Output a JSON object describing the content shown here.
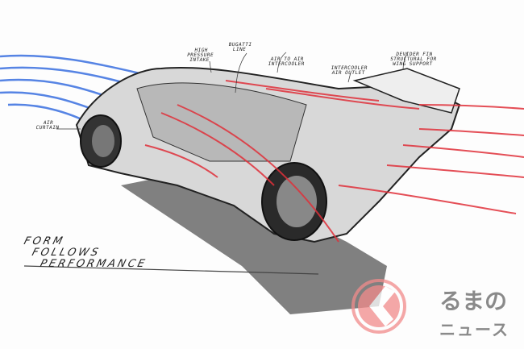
{
  "annotations": {
    "high_pressure_intake": "HIGH\nPRESSURE\nINTAKE",
    "bugatti_line": "BUGATTI\nLINE",
    "air_to_air_intercooler": "AIR TO AIR\nINTERCOOLER",
    "intercooler_air_outlet": "INTERCOOLER\nAIR OUTLET",
    "devider_fin": "DEVIDER FIN\nSTRUCTURAL FOR\nWING SUPPORT",
    "air_curtain": "AIR\nCURTAIN"
  },
  "slogan": {
    "line1": "FORM",
    "line2": "FOLLOWS",
    "line3": "PERFORMANCE"
  },
  "watermark": {
    "top": "るまの",
    "bottom": "ニュース",
    "logo_letter": "く",
    "logo_color": "#f28b8b"
  },
  "colors": {
    "airflow_cold": "#3a6fe0",
    "airflow_hot": "#e0303a"
  }
}
